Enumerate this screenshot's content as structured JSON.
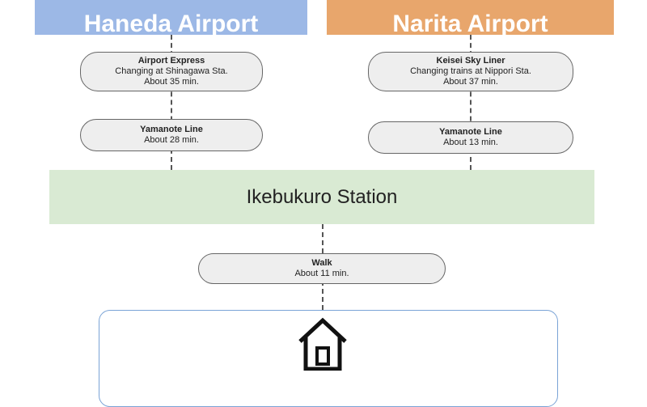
{
  "airports": {
    "haneda": {
      "title": "Haneda Airport",
      "color": "#9cb8e6"
    },
    "narita": {
      "title": "Narita Airport",
      "color": "#e8a66c"
    }
  },
  "routes": {
    "haneda": [
      {
        "title": "Airport Express",
        "line2": "Changing at Shinagawa Sta.",
        "line3": "About 35 min."
      },
      {
        "title": "Yamanote Line",
        "line2": "About 28 min."
      }
    ],
    "narita": [
      {
        "title": "Keisei Sky Liner",
        "line2": "Changing trains at Nippori Sta.",
        "line3": "About 37 min."
      },
      {
        "title": "Yamanote Line",
        "line2": "About 13 min."
      }
    ]
  },
  "station": {
    "name": "Ikebukuro Station",
    "color": "#d9ead3"
  },
  "walk": {
    "title": "Walk",
    "line2": "About 11 min."
  },
  "destination": {
    "icon": "house-icon"
  }
}
